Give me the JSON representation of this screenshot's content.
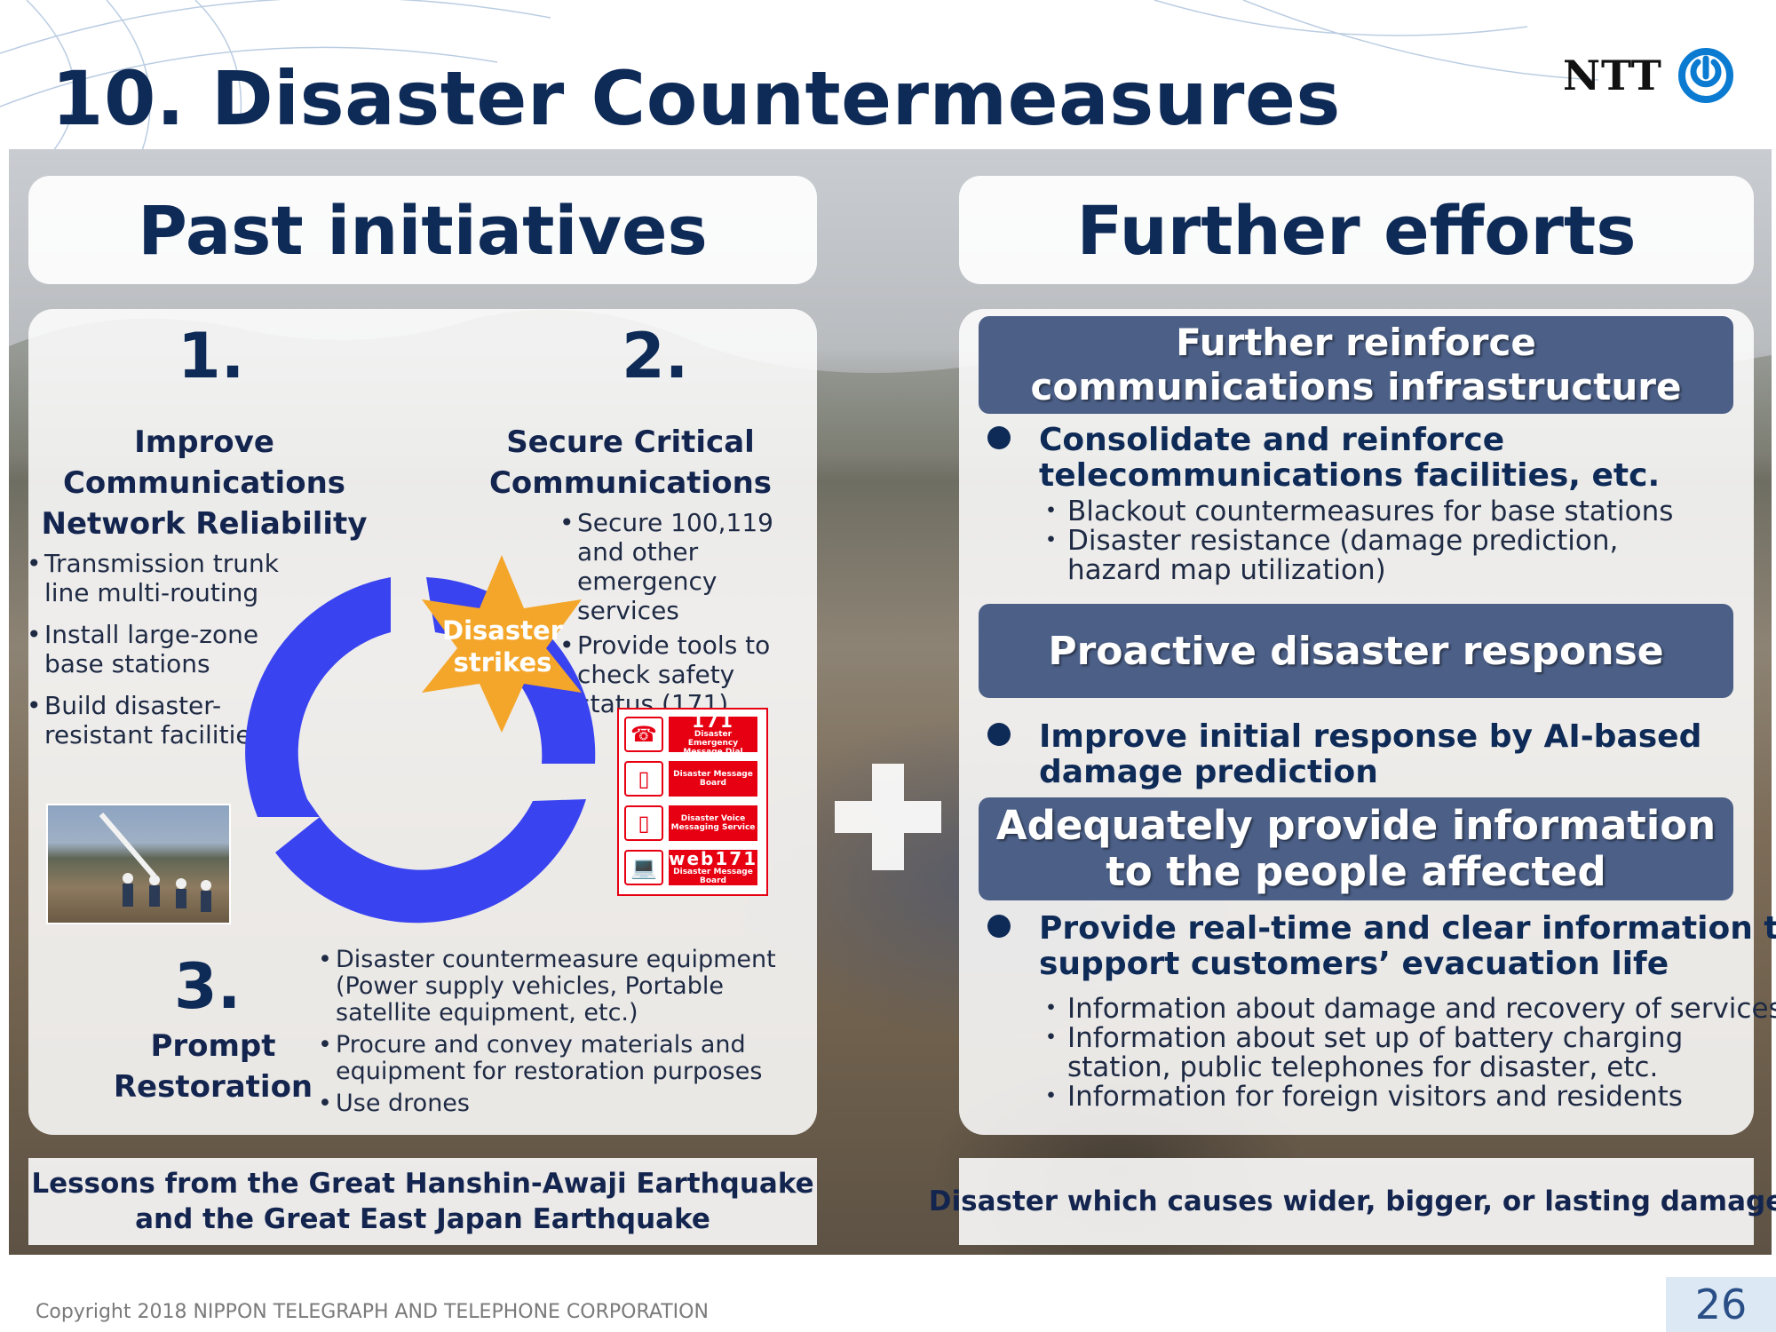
{
  "slide_title": "10. Disaster Countermeasures",
  "logo": {
    "text": "NTT"
  },
  "left": {
    "heading": "Past initiatives",
    "section1": {
      "number": "1.",
      "title_lines": [
        "Improve",
        "Communications",
        "Network Reliability"
      ],
      "bullets": [
        "Transmission trunk line multi-routing",
        "Install large-zone base stations",
        "Build disaster-resistant facilities"
      ]
    },
    "section2": {
      "number": "2.",
      "title_lines": [
        "Secure Critical",
        "Communications"
      ],
      "bullets": [
        "Secure 100,119 and other emergency services",
        "Provide tools to check safety status (171)"
      ]
    },
    "section3": {
      "number": "3.",
      "title_lines": [
        "Prompt",
        "Restoration"
      ],
      "bullets": [
        "Disaster countermeasure equipment (Power supply vehicles, Portable satellite equipment, etc.)",
        "Procure and convey materials and equipment for restoration purposes",
        "Use drones"
      ]
    },
    "center_label_lines": [
      "Disaster",
      "strikes"
    ],
    "services": [
      {
        "icon": "phone-icon",
        "big": "171",
        "small": "Disaster Emergency Message Dial"
      },
      {
        "icon": "mobile-phone-icon",
        "big": "",
        "small": "Disaster Message Board"
      },
      {
        "icon": "mobile-phone-icon",
        "big": "",
        "small": "Disaster Voice Messaging Service"
      },
      {
        "icon": "laptop-icon",
        "big": "web171",
        "small": "Disaster Message Board"
      }
    ],
    "footer_lines": [
      "Lessons from the Great Hanshin-Awaji Earthquake",
      "and the Great East Japan Earthquake"
    ]
  },
  "right": {
    "heading": "Further efforts",
    "block1": {
      "bar_lines": [
        "Further reinforce",
        "communications infrastructure"
      ],
      "point_lines": [
        "Consolidate and reinforce",
        "telecommunications facilities, etc."
      ],
      "subs": [
        "Blackout countermeasures for base stations",
        "Disaster resistance (damage prediction,",
        "hazard map utilization)"
      ]
    },
    "block2": {
      "bar_lines": [
        "Proactive disaster response"
      ],
      "point_lines": [
        "Improve initial response by AI-based",
        "damage prediction"
      ]
    },
    "block3": {
      "bar_lines": [
        "Adequately provide information",
        "to the people affected"
      ],
      "point_lines": [
        "Provide real-time and clear information to",
        "support customers’ evacuation life"
      ],
      "subs": [
        "Information about damage and recovery of services",
        "Information about set up of battery charging",
        "station, public telephones for disaster, etc.",
        "Information for foreign visitors and residents"
      ]
    },
    "footer": "Disaster which causes wider, bigger, or lasting damage"
  },
  "copyright": "Copyright 2018 NIPPON TELEGRAPH AND TELEPHONE CORPORATION",
  "page_number": "26",
  "colors": {
    "title": "#0e2a57",
    "bar": "#4b5f87",
    "cycle": "#3a43f0",
    "star": "#f4a62a",
    "service_red": "#e60012",
    "plus": "#ffffff"
  }
}
